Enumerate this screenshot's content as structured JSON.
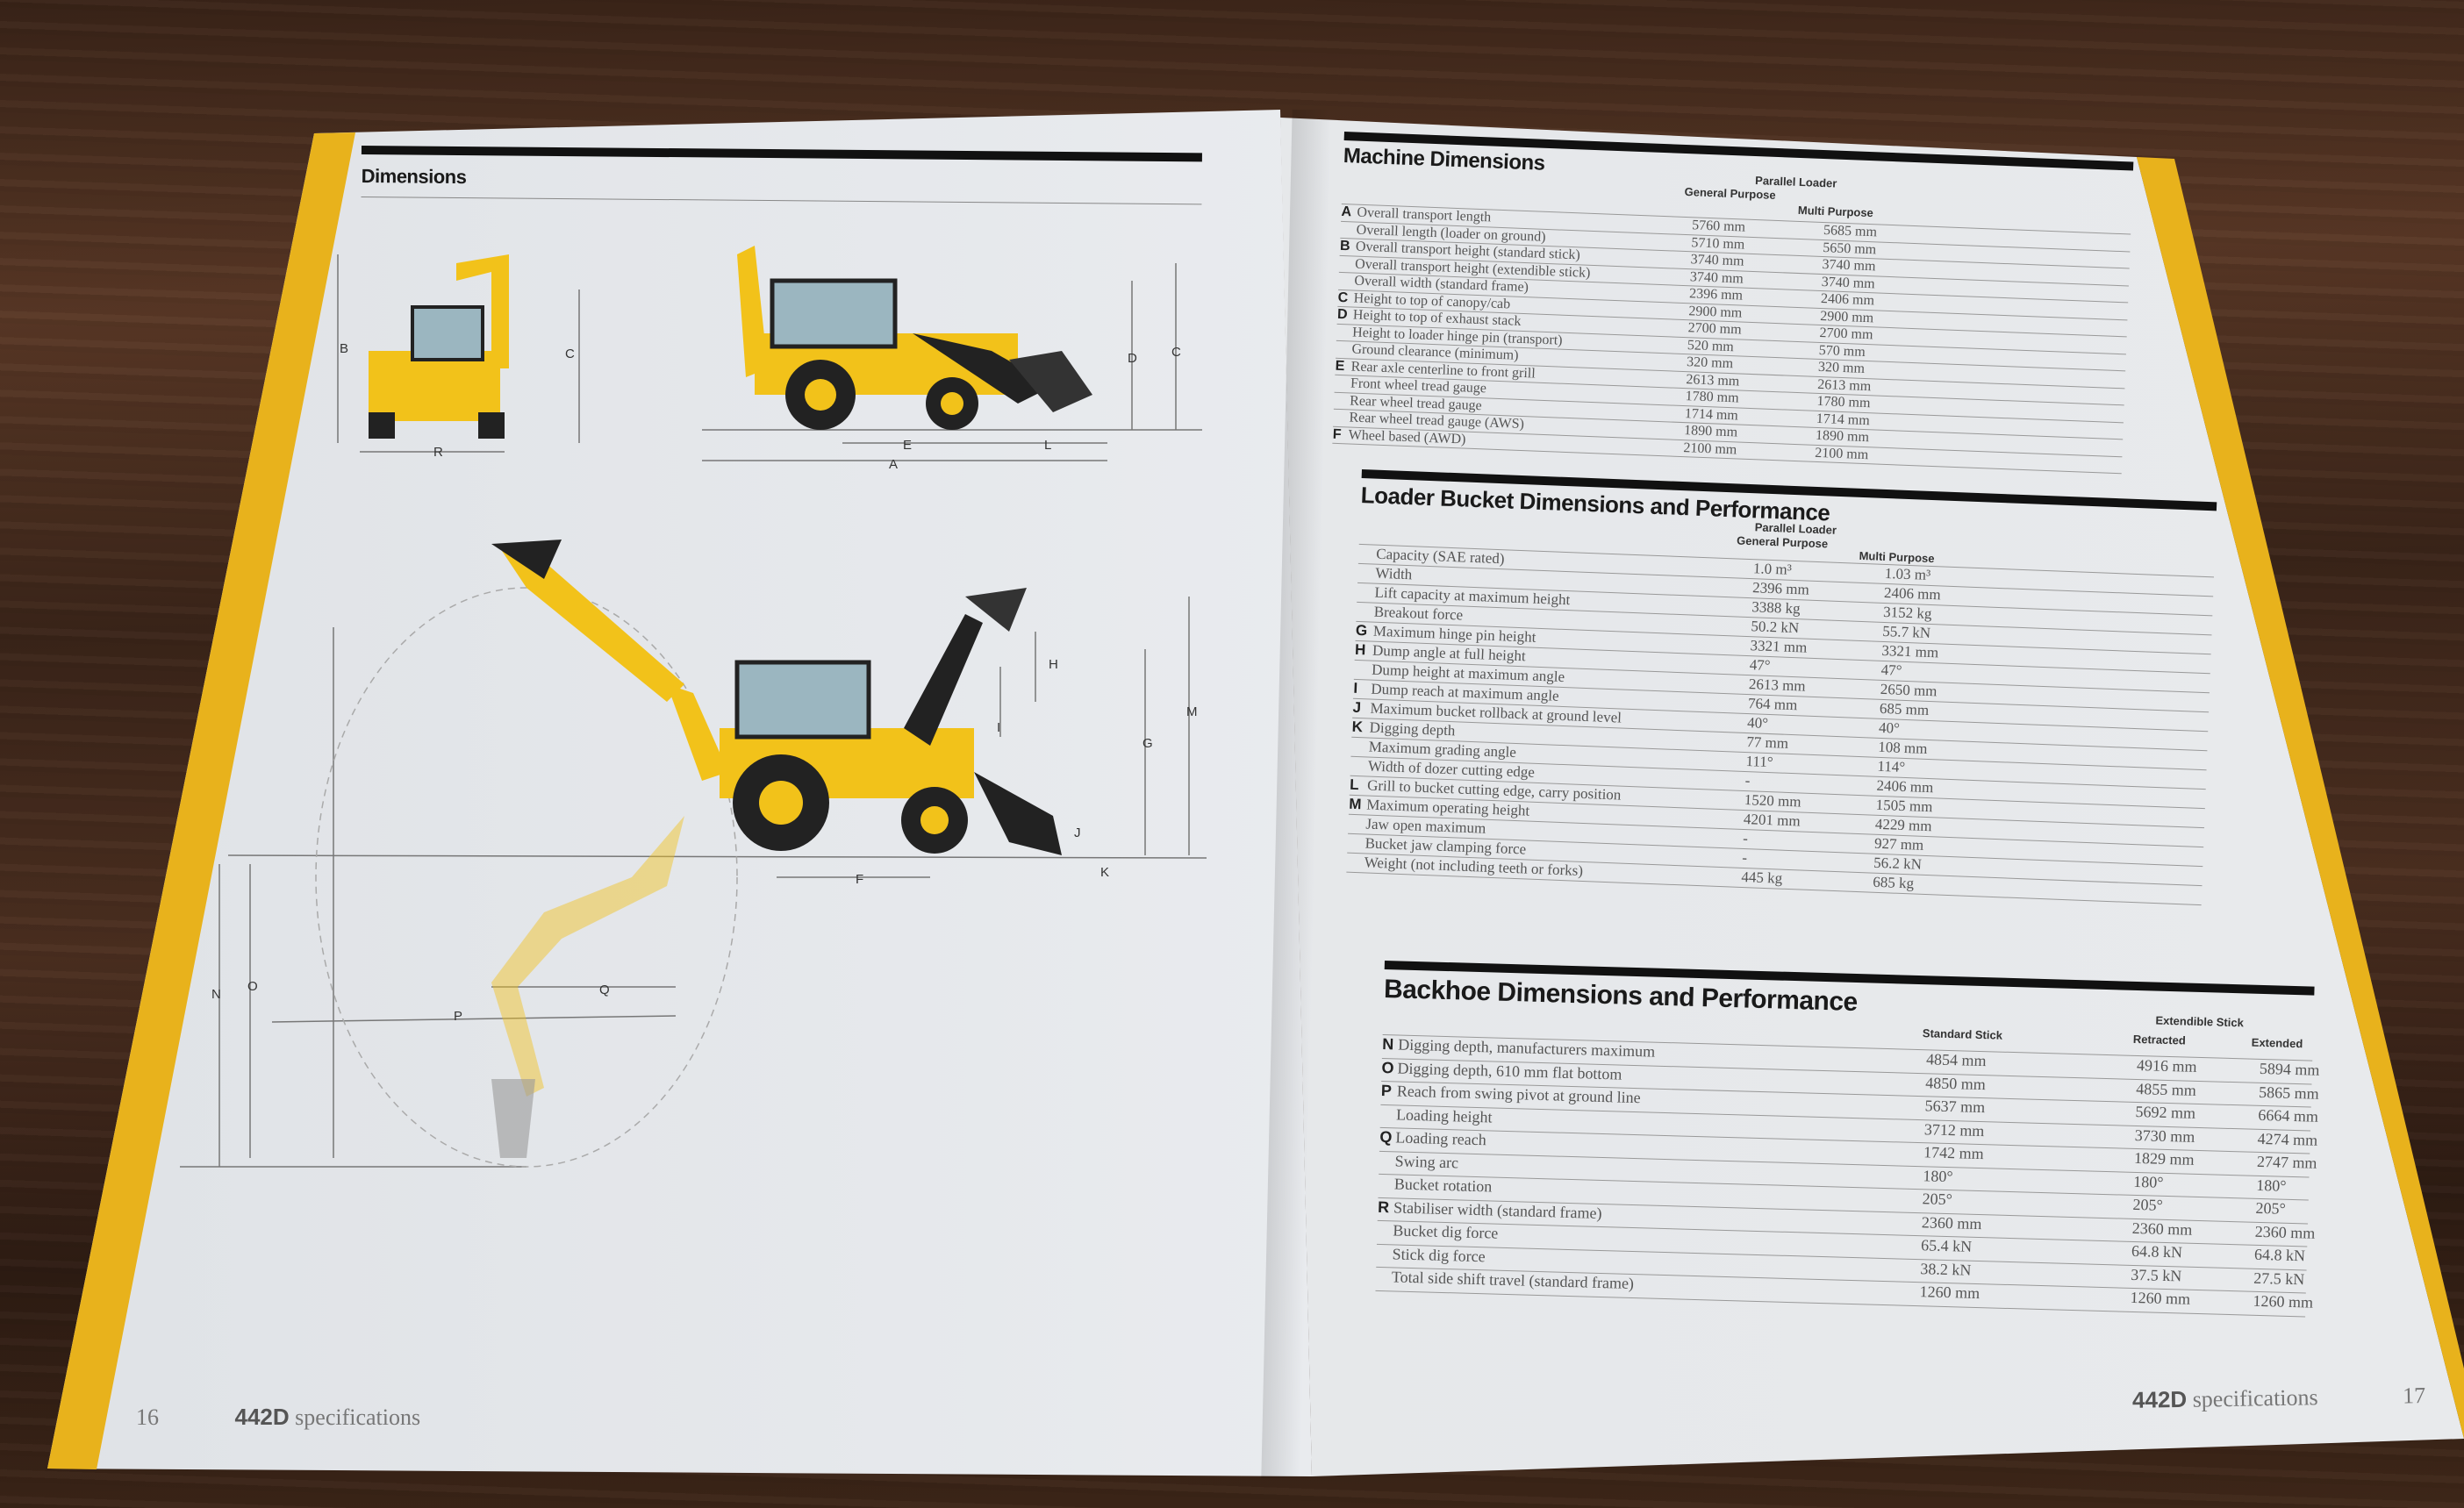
{
  "colors": {
    "accent_yellow": "#e8b21c",
    "machine_yellow": "#f2c21a",
    "ink": "#1a1a1a"
  },
  "left_page": {
    "heading": "Dimensions",
    "page_number": "16",
    "footer_model": "442D",
    "footer_text": "specifications",
    "diagram_labels": [
      "B",
      "C",
      "R",
      "D",
      "C",
      "E",
      "L",
      "A",
      "H",
      "M",
      "G",
      "I",
      "J",
      "K",
      "F",
      "N",
      "O",
      "Q",
      "P"
    ]
  },
  "right_page": {
    "page_number": "17",
    "footer_model": "442D",
    "footer_text": "specifications",
    "machine": {
      "heading": "Machine Dimensions",
      "group": "Parallel Loader",
      "columns": [
        "General Purpose",
        "Multi Purpose"
      ],
      "rows": [
        [
          "A",
          "Overall transport length",
          "5760 mm",
          "5685 mm"
        ],
        [
          "",
          "Overall length (loader on ground)",
          "5710 mm",
          "5650 mm"
        ],
        [
          "B",
          "Overall transport height (standard stick)",
          "3740 mm",
          "3740 mm"
        ],
        [
          "",
          "Overall transport height (extendible stick)",
          "3740 mm",
          "3740 mm"
        ],
        [
          "",
          "Overall width (standard frame)",
          "2396 mm",
          "2406 mm"
        ],
        [
          "C",
          "Height to top of canopy/cab",
          "2900 mm",
          "2900 mm"
        ],
        [
          "D",
          "Height to top of exhaust stack",
          "2700 mm",
          "2700 mm"
        ],
        [
          "",
          "Height to loader hinge pin (transport)",
          "520 mm",
          "570 mm"
        ],
        [
          "",
          "Ground clearance (minimum)",
          "320 mm",
          "320 mm"
        ],
        [
          "E",
          "Rear axle centerline to front grill",
          "2613 mm",
          "2613 mm"
        ],
        [
          "",
          "Front wheel tread gauge",
          "1780 mm",
          "1780 mm"
        ],
        [
          "",
          "Rear wheel tread gauge",
          "1714 mm",
          "1714 mm"
        ],
        [
          "",
          "Rear wheel tread gauge (AWS)",
          "1890 mm",
          "1890 mm"
        ],
        [
          "F",
          "Wheel based (AWD)",
          "2100 mm",
          "2100 mm"
        ]
      ]
    },
    "loader": {
      "heading": "Loader Bucket Dimensions and Performance",
      "group": "Parallel Loader",
      "columns": [
        "General Purpose",
        "Multi Purpose"
      ],
      "rows": [
        [
          "",
          "Capacity (SAE rated)",
          "1.0 m³",
          "1.03 m³"
        ],
        [
          "",
          "Width",
          "2396 mm",
          "2406 mm"
        ],
        [
          "",
          "Lift capacity at maximum height",
          "3388 kg",
          "3152 kg"
        ],
        [
          "",
          "Breakout force",
          "50.2 kN",
          "55.7 kN"
        ],
        [
          "G",
          "Maximum hinge pin height",
          "3321 mm",
          "3321 mm"
        ],
        [
          "H",
          "Dump angle at full height",
          "47°",
          "47°"
        ],
        [
          "",
          "Dump height at maximum angle",
          "2613 mm",
          "2650 mm"
        ],
        [
          "I",
          "Dump reach at maximum angle",
          "764 mm",
          "685 mm"
        ],
        [
          "J",
          "Maximum bucket rollback at ground level",
          "40°",
          "40°"
        ],
        [
          "K",
          "Digging depth",
          "77 mm",
          "108 mm"
        ],
        [
          "",
          "Maximum grading angle",
          "111°",
          "114°"
        ],
        [
          "",
          "Width of dozer cutting edge",
          "-",
          "2406 mm"
        ],
        [
          "L",
          "Grill to bucket cutting edge, carry position",
          "1520 mm",
          "1505 mm"
        ],
        [
          "M",
          "Maximum operating height",
          "4201 mm",
          "4229 mm"
        ],
        [
          "",
          "Jaw open maximum",
          "-",
          "927 mm"
        ],
        [
          "",
          "Bucket jaw clamping force",
          "-",
          "56.2 kN"
        ],
        [
          "",
          "Weight (not including teeth or forks)",
          "445 kg",
          "685 kg"
        ]
      ]
    },
    "backhoe": {
      "heading": "Backhoe Dimensions and Performance",
      "group": "Extendible Stick",
      "columns": [
        "Standard Stick",
        "Retracted",
        "Extended"
      ],
      "rows": [
        [
          "N",
          "Digging depth, manufacturers maximum",
          "4854 mm",
          "4916 mm",
          "5894 mm"
        ],
        [
          "O",
          "Digging depth, 610 mm flat bottom",
          "4850 mm",
          "4855 mm",
          "5865 mm"
        ],
        [
          "P",
          "Reach from swing pivot at ground line",
          "5637 mm",
          "5692 mm",
          "6664 mm"
        ],
        [
          "",
          "Loading height",
          "3712 mm",
          "3730 mm",
          "4274 mm"
        ],
        [
          "Q",
          "Loading reach",
          "1742 mm",
          "1829 mm",
          "2747 mm"
        ],
        [
          "",
          "Swing arc",
          "180°",
          "180°",
          "180°"
        ],
        [
          "",
          "Bucket rotation",
          "205°",
          "205°",
          "205°"
        ],
        [
          "R",
          "Stabiliser width (standard frame)",
          "2360 mm",
          "2360 mm",
          "2360 mm"
        ],
        [
          "",
          "Bucket dig force",
          "65.4 kN",
          "64.8 kN",
          "64.8 kN"
        ],
        [
          "",
          "Stick dig force",
          "38.2 kN",
          "37.5 kN",
          "27.5 kN"
        ],
        [
          "",
          "Total side shift travel (standard frame)",
          "1260 mm",
          "1260 mm",
          "1260 mm"
        ]
      ]
    }
  }
}
